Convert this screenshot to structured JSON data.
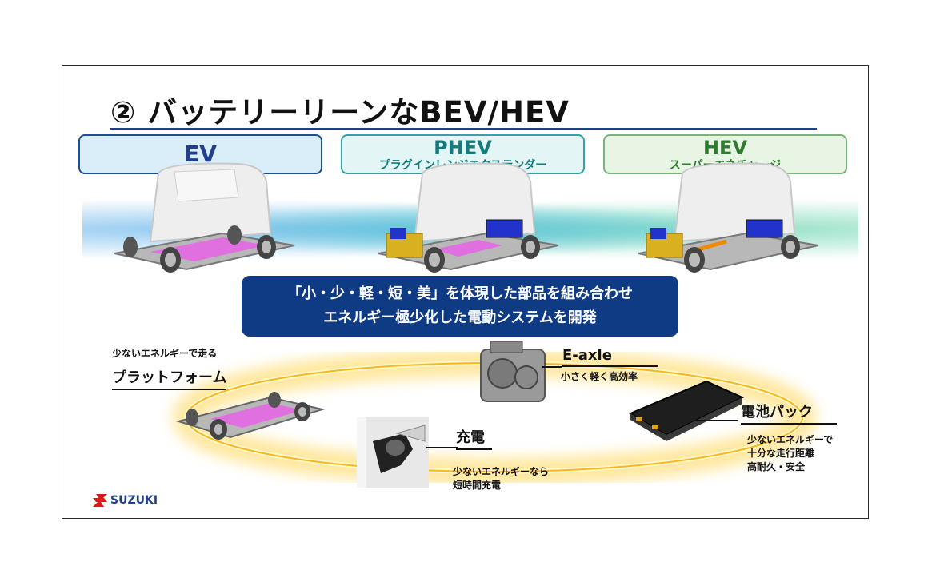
{
  "title": "② バッテリーリーンなBEV/HEV",
  "categories": [
    {
      "name": "EV",
      "sub": ""
    },
    {
      "name": "PHEV",
      "sub": "プラグインレンジエクステンダー"
    },
    {
      "name": "HEV",
      "sub": "スーパーエネチャージ"
    }
  ],
  "banner": {
    "line1": "「小・少・軽・短・美」を体現した部品を組み合わせ",
    "line2": "エネルギー極少化した電動システムを開発"
  },
  "components": {
    "platform": {
      "caption": "少ないエネルギーで走る",
      "label": "プラットフォーム"
    },
    "eaxle": {
      "label": "E-axle",
      "caption": "小さく軽く高効率"
    },
    "battery": {
      "label": "電池パック",
      "caption1": "少ないエネルギーで",
      "caption2": "十分な走行距離",
      "caption3": "高耐久・安全"
    },
    "charging": {
      "label": "充電",
      "caption1": "少ないエネルギーなら",
      "caption2": "短時間充電"
    }
  },
  "logo": {
    "text": "SUZUKI",
    "icon": "suzuki-s-logo-icon"
  },
  "colors": {
    "accent": "#0f3b84",
    "ev": "#1f4d8f",
    "phev": "#33a3a3",
    "hev": "#7db27d",
    "battery_pink": "#e070e0",
    "motor_blue": "#2233cc",
    "engine_yellow": "#d8b020"
  }
}
